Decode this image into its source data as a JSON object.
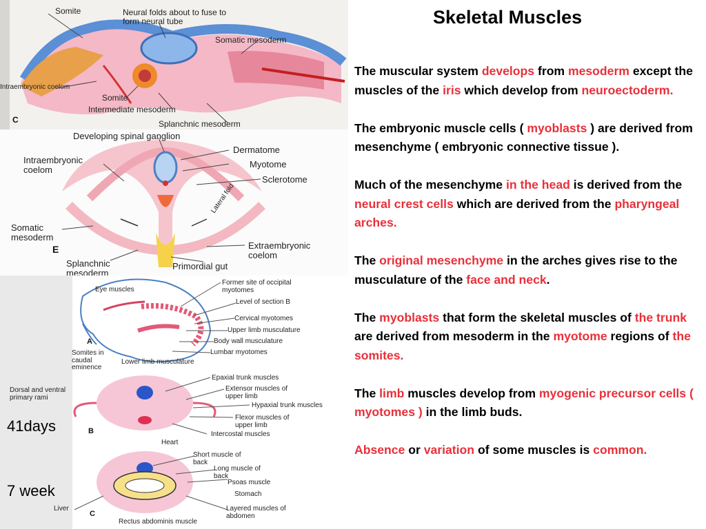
{
  "slide": {
    "title": "Skeletal Muscles",
    "colors": {
      "highlight": "#e8303a",
      "text": "#000000"
    },
    "paragraphs": [
      [
        {
          "t": "The muscular system ",
          "h": false
        },
        {
          "t": "develops",
          "h": true
        },
        {
          "t": " from ",
          "h": false
        },
        {
          "t": "mesoderm",
          "h": true
        },
        {
          "t": " except the muscles of the ",
          "h": false
        },
        {
          "t": "iris",
          "h": true
        },
        {
          "t": " which develop from ",
          "h": false
        },
        {
          "t": "neuroectoderm.",
          "h": true
        }
      ],
      [
        {
          "t": "The embryonic muscle cells ( ",
          "h": false
        },
        {
          "t": "myoblasts",
          "h": true
        },
        {
          "t": " ) are derived from mesenchyme ( embryonic connective tissue ).",
          "h": false
        }
      ],
      [
        {
          "t": "Much of the mesenchyme ",
          "h": false
        },
        {
          "t": "in the head",
          "h": true
        },
        {
          "t": " is derived from  the ",
          "h": false
        },
        {
          "t": "neural crest cells",
          "h": true
        },
        {
          "t": " which are derived from the ",
          "h": false
        },
        {
          "t": "pharyngeal arches.",
          "h": true
        }
      ],
      [
        {
          "t": "The ",
          "h": false
        },
        {
          "t": "original mesenchyme",
          "h": true
        },
        {
          "t": " in the arches gives rise to the musculature of the ",
          "h": false
        },
        {
          "t": "face and neck",
          "h": true
        },
        {
          "t": ".",
          "h": false
        }
      ],
      [
        {
          "t": "The ",
          "h": false
        },
        {
          "t": "myoblasts",
          "h": true
        },
        {
          "t": " that form the skeletal muscles of ",
          "h": false
        },
        {
          "t": "the trunk",
          "h": true
        },
        {
          "t": " are derived from mesoderm in the ",
          "h": false
        },
        {
          "t": "myotome",
          "h": true
        },
        {
          "t": " regions of ",
          "h": false
        },
        {
          "t": "the somites.",
          "h": true
        }
      ],
      [
        {
          "t": "The ",
          "h": false
        },
        {
          "t": "limb",
          "h": true
        },
        {
          "t": " muscles develop from ",
          "h": false
        },
        {
          "t": "myogenic precursor cells ( myotomes )",
          "h": true
        },
        {
          "t": " in the limb buds.",
          "h": false
        }
      ],
      [
        {
          "t": "Absence",
          "h": true
        },
        {
          "t": " or ",
          "h": false
        },
        {
          "t": "variation",
          "h": true
        },
        {
          "t": " of some muscles is ",
          "h": false
        },
        {
          "t": "common.",
          "h": true
        }
      ]
    ]
  },
  "figure_top": {
    "labels": {
      "somite_top": "Somite",
      "neural_folds": "Neural folds about to fuse to form neural tube",
      "somatic_mesoderm": "Somatic mesoderm",
      "intraembryonic_coelom": "Intraembryonic coelom",
      "somite_bottom": "Somite",
      "intermediate_mesoderm": "Intermediate mesoderm",
      "splanchnic_mesoderm": "Splanchnic mesoderm",
      "panel_letter": "C"
    }
  },
  "figure_middle": {
    "labels": {
      "developing_spinal_ganglion": "Developing spinal ganglion",
      "intraembryonic_coelom": "Intraembryonic coelom",
      "dermatome": "Dermatome",
      "myotome": "Myotome",
      "sclerotome": "Sclerotome",
      "lateral_fold": "Lateral fold",
      "somatic_mesoderm": "Somatic mesoderm",
      "extraembryonic_coelom": "Extraembryonic coelom",
      "splanchnic_mesoderm": "Splanchnic mesoderm",
      "primordial_gut": "Primordial gut",
      "panel_letter": "E"
    }
  },
  "figure_bottom": {
    "ages": {
      "first": "41days",
      "second": "7 week"
    },
    "labels_a": {
      "eye_muscles": "Eye muscles",
      "former_site": "Former site of occipital myotomes",
      "level_section": "Level of section B",
      "cervical_myotomes": "Cervical myotomes",
      "upper_limb_musculature": "Upper limb musculature",
      "body_wall_musculature": "Body wall musculature",
      "lumbar_myotomes": "Lumbar myotomes",
      "somites_caudal": "Somites in caudal eminence",
      "lower_limb_musculature": "Lower limb musculature",
      "panel_letter": "A"
    },
    "labels_b": {
      "dorsal_ventral_rami": "Dorsal and ventral primary rami",
      "epaxial_trunk_muscles": "Epaxial trunk muscles",
      "extensor_muscles": "Extensor muscles of upper limb",
      "hypaxial_trunk_muscles": "Hypaxial trunk muscles",
      "flexor_muscles": "Flexor muscles of upper limb",
      "intercostal_muscles": "Intercostal muscles",
      "heart": "Heart",
      "panel_letter": "B"
    },
    "labels_c": {
      "short_muscle_back": "Short muscle of back",
      "long_muscle_back": "Long muscle of back",
      "psoas_muscle": "Psoas muscle",
      "stomach": "Stomach",
      "liver": "Liver",
      "layered_muscles": "Layered muscles of abdomen",
      "rectus_abdominis": "Rectus abdominis muscle",
      "panel_letter": "C"
    }
  }
}
